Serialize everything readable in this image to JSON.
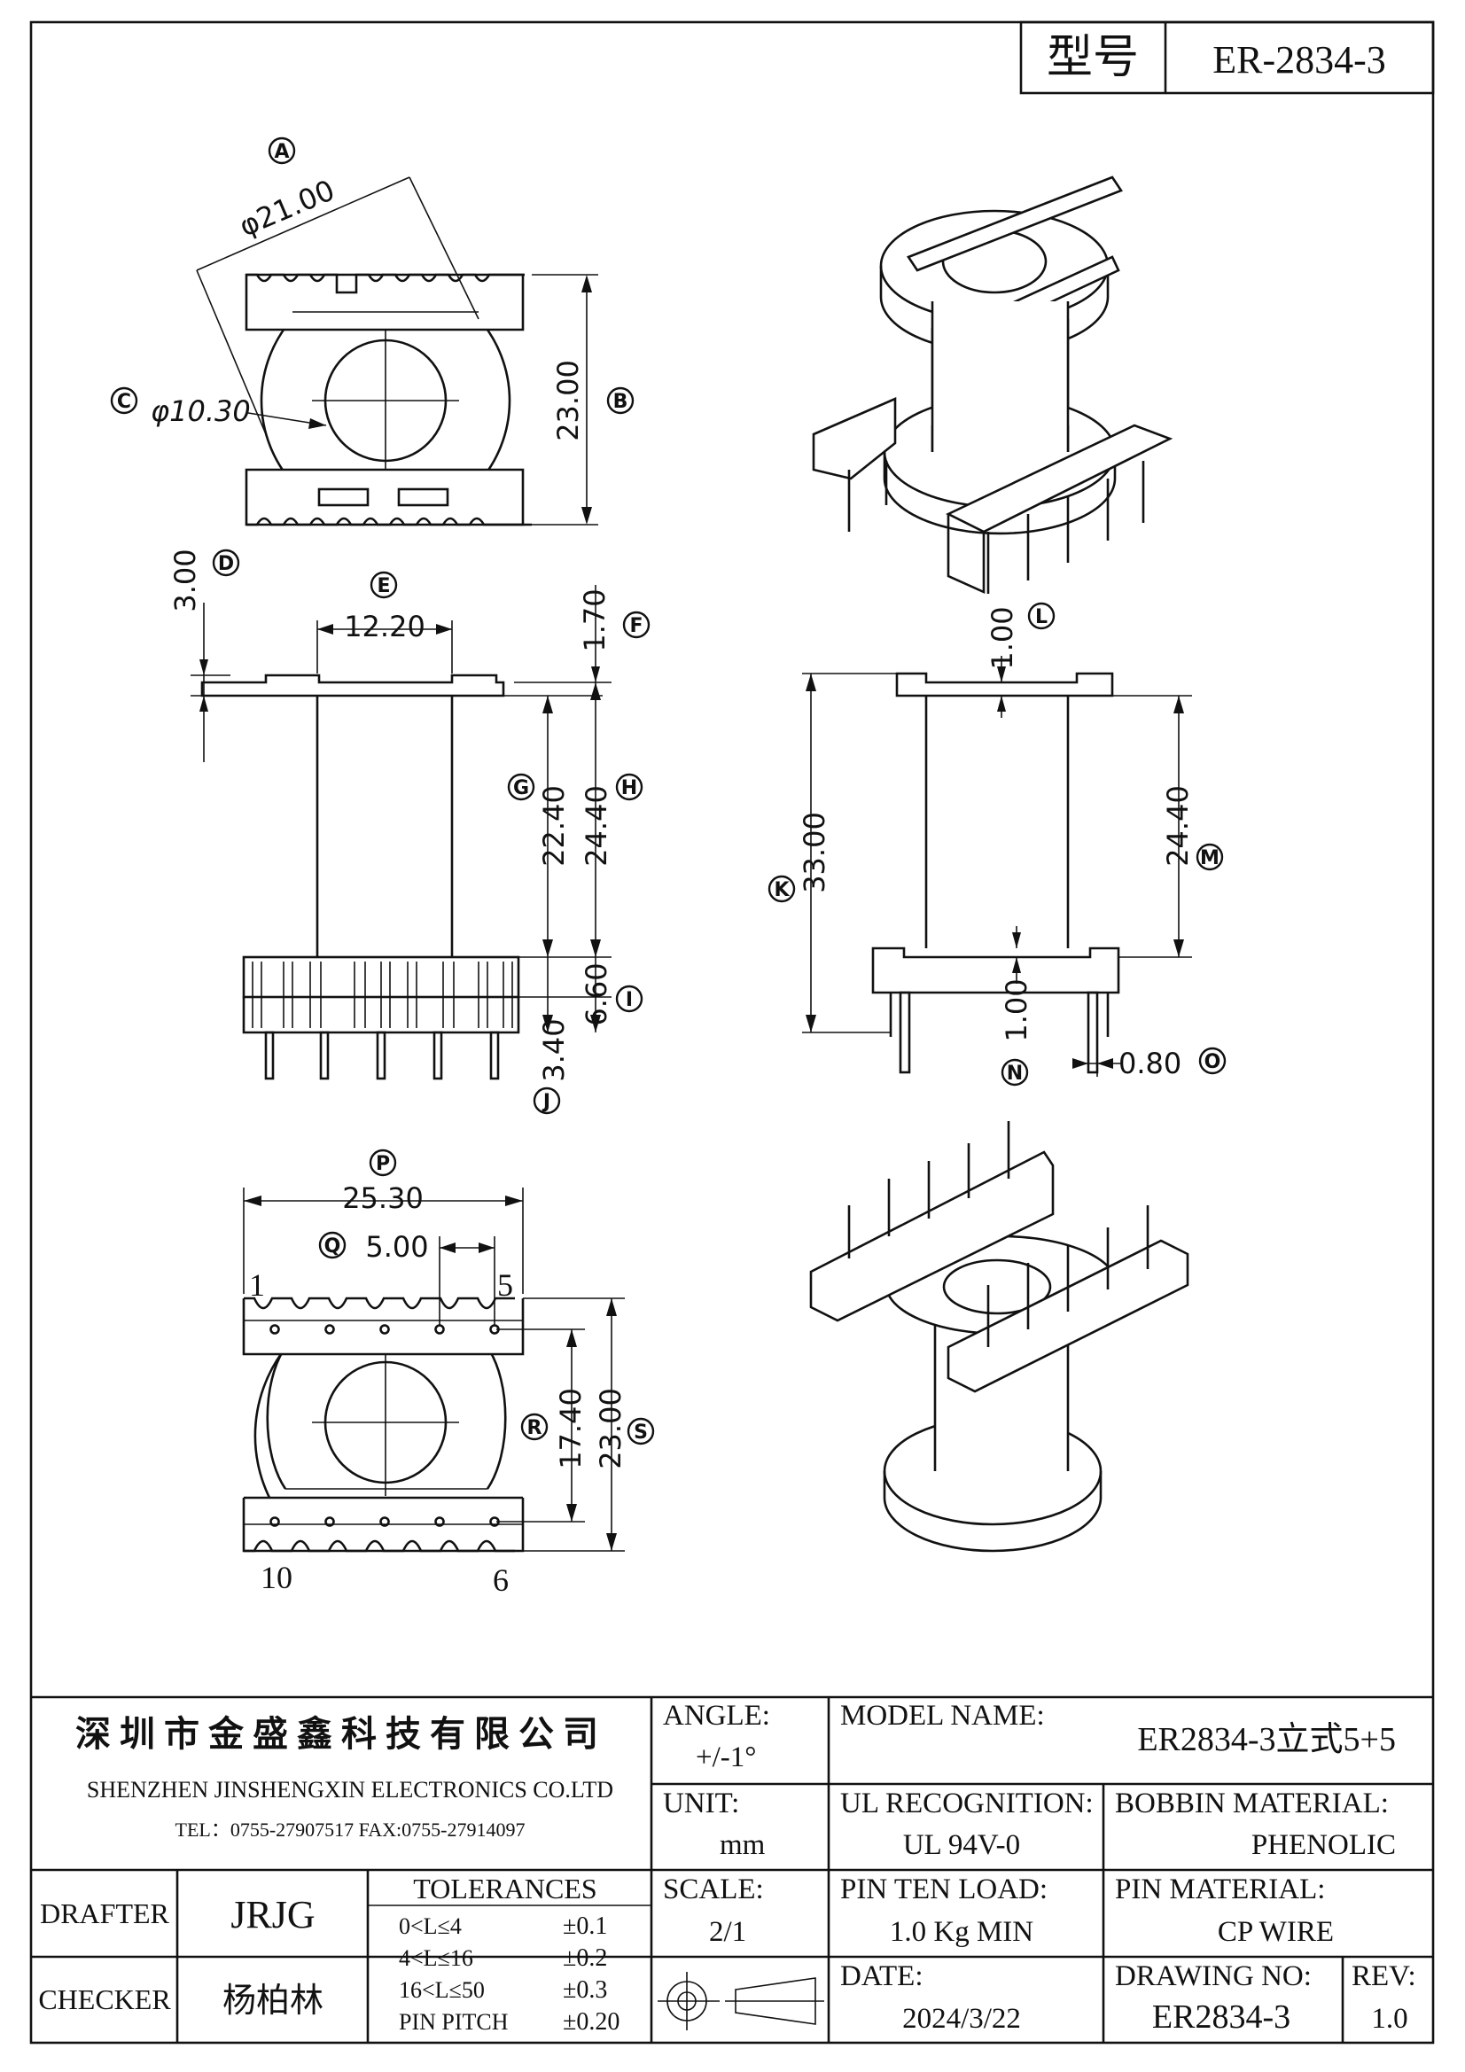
{
  "model_box": {
    "label": "型号",
    "value": "ER-2834-3"
  },
  "views": {
    "top": {
      "balloons": {
        "A": "A",
        "B": "B",
        "C": "C"
      },
      "dims": {
        "outer_dia": "φ21.00",
        "inner_dia": "φ10.30",
        "height": "23.00"
      }
    },
    "front": {
      "balloons": {
        "D": "D",
        "E": "E",
        "F": "F",
        "G": "G",
        "H": "H",
        "I": "I",
        "J": "J"
      },
      "dims": {
        "d_300": "3.00",
        "e_1220": "12.20",
        "f_170": "1.70",
        "g_2240": "22.40",
        "h_2440": "24.40",
        "i_660": "6.60",
        "j_340": "3.40"
      }
    },
    "side": {
      "balloons": {
        "K": "K",
        "L": "L",
        "M": "M",
        "N": "N",
        "O": "O"
      },
      "dims": {
        "k_3300": "33.00",
        "l_100": "1.00",
        "m_2440": "24.40",
        "n_100": "1.00",
        "o_080": "0.80"
      }
    },
    "bottom": {
      "balloons": {
        "P": "P",
        "Q": "Q",
        "R": "R",
        "S": "S"
      },
      "dims": {
        "p_2530": "25.30",
        "q_500": "5.00",
        "r_1740": "17.40",
        "s_2300": "23.00"
      },
      "pins": {
        "p1": "1",
        "p5": "5",
        "p10": "10",
        "p6": "6"
      }
    }
  },
  "title_block": {
    "company_cn": "深圳市金盛鑫科技有限公司",
    "company_en": "SHENZHEN  JINSHENGXIN  ELECTRONICS  CO.LTD",
    "contact": "TEL：0755-27907517   FAX:0755-27914097",
    "angle_label": "ANGLE:",
    "angle_value": "+/-1°",
    "model_name_label": "MODEL  NAME:",
    "model_name_value": "ER2834-3立式5+5",
    "unit_label": "UNIT:",
    "unit_value": "mm",
    "ul_label": "UL  RECOGNITION:",
    "ul_value": "UL  94V-0",
    "bobbin_label": "BOBBIN  MATERIAL:",
    "bobbin_value": "PHENOLIC",
    "drafter_label": "DRAFTER",
    "drafter_value": "JRJG",
    "tolerances_label": "TOLERANCES",
    "tolerances": [
      {
        "range": "0<L≤4",
        "value": "±0.1"
      },
      {
        "range": "4<L≤16",
        "value": "±0.2"
      },
      {
        "range": "16<L≤50",
        "value": "±0.3"
      },
      {
        "range": "PIN PITCH",
        "value": "±0.20"
      }
    ],
    "scale_label": "SCALE:",
    "scale_value": "2/1",
    "pin_load_label": "PIN  TEN  LOAD:",
    "pin_load_value": "1.0  Kg  MIN",
    "pin_material_label": "PIN  MATERIAL:",
    "pin_material_value": "CP  WIRE",
    "checker_label": "CHECKER",
    "checker_value": "杨柏林",
    "date_label": "DATE:",
    "date_value": "2024/3/22",
    "drawing_no_label": "DRAWING  NO:",
    "drawing_no_value": "ER2834-3",
    "rev_label": "REV:",
    "rev_value": "1.0"
  }
}
